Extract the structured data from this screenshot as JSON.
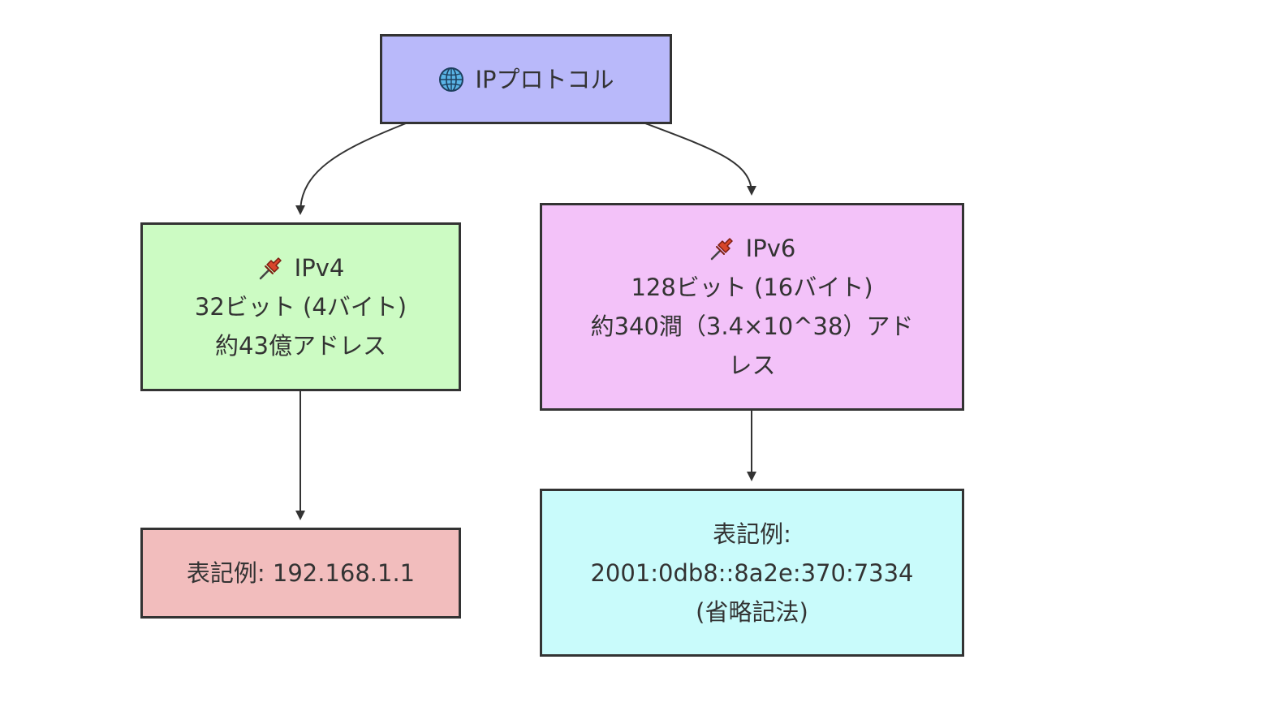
{
  "colors": {
    "border": "#333333",
    "root_fill": "#b9b9fa",
    "ipv4_fill": "#ccfbc3",
    "ipv6_fill": "#f3c2f9",
    "ipv4_example_fill": "#f2bdbd",
    "ipv6_example_fill": "#c9fbfb"
  },
  "root": {
    "icon": "globe-icon",
    "label": "IPプロトコル"
  },
  "ipv4": {
    "icon": "pushpin-icon",
    "title": "IPv4",
    "bits": "32ビット (4バイト)",
    "count": "約43億アドレス"
  },
  "ipv6": {
    "icon": "pushpin-icon",
    "title": "IPv6",
    "bits": "128ビット (16バイト)",
    "count": "約340澗（3.4×10^38）アドレス"
  },
  "ipv4_example": {
    "label": "表記例: 192.168.1.1"
  },
  "ipv6_example": {
    "line1": "表記例:",
    "line2": "2001:0db8::8a2e:370:7334",
    "line3": "(省略記法)"
  },
  "edges": [
    {
      "from": "root",
      "to": "ipv4"
    },
    {
      "from": "root",
      "to": "ipv6"
    },
    {
      "from": "ipv4",
      "to": "ipv4_example"
    },
    {
      "from": "ipv6",
      "to": "ipv6_example"
    }
  ]
}
